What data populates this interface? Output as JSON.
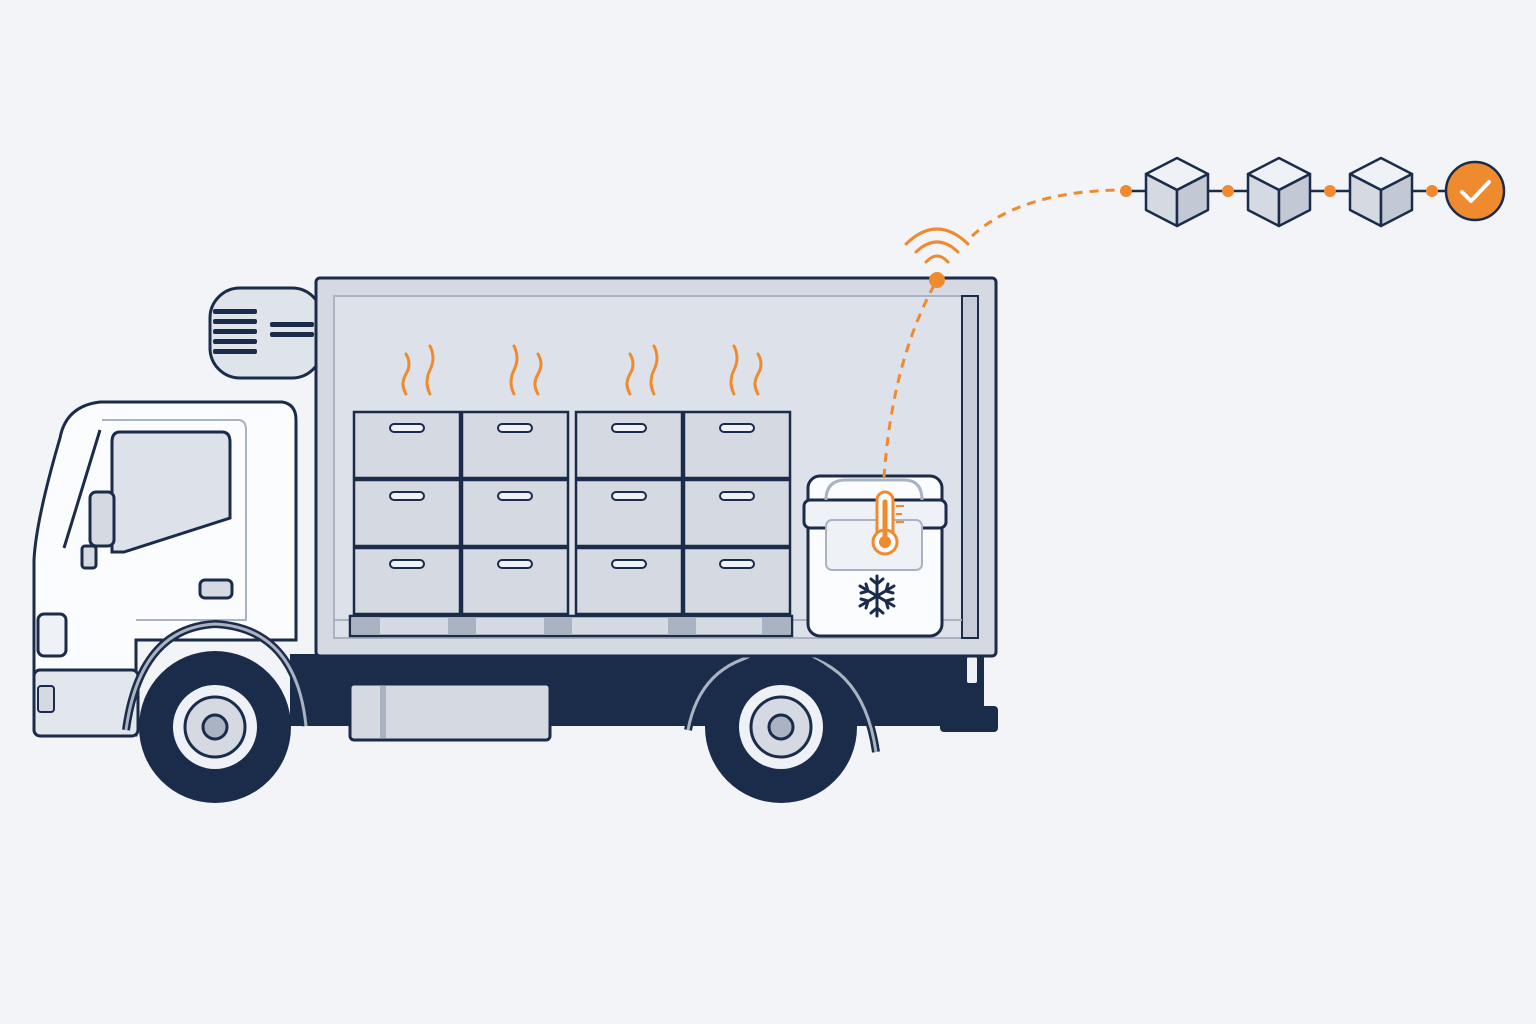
{
  "colors": {
    "background": "#f2f4f8",
    "outline": "#1b2c4a",
    "panel_fill": "#d4d9e2",
    "panel_fill_light": "#e2e6ed",
    "cab_fill": "#fbfcfe",
    "accent": "#f08a2e",
    "check_mark": "#ffffff"
  },
  "icons": {
    "heat": "heat-waves-icon",
    "sensor": "wifi-signal-icon",
    "thermometer": "thermometer-icon",
    "cold": "snowflake-icon",
    "block": "cube-icon",
    "verified": "checkmark-icon"
  },
  "scene": {
    "crates": {
      "rows": 3,
      "cols": 4
    },
    "heat_wave_groups": 4,
    "chain_blocks": 3,
    "chain_end": "verified"
  }
}
